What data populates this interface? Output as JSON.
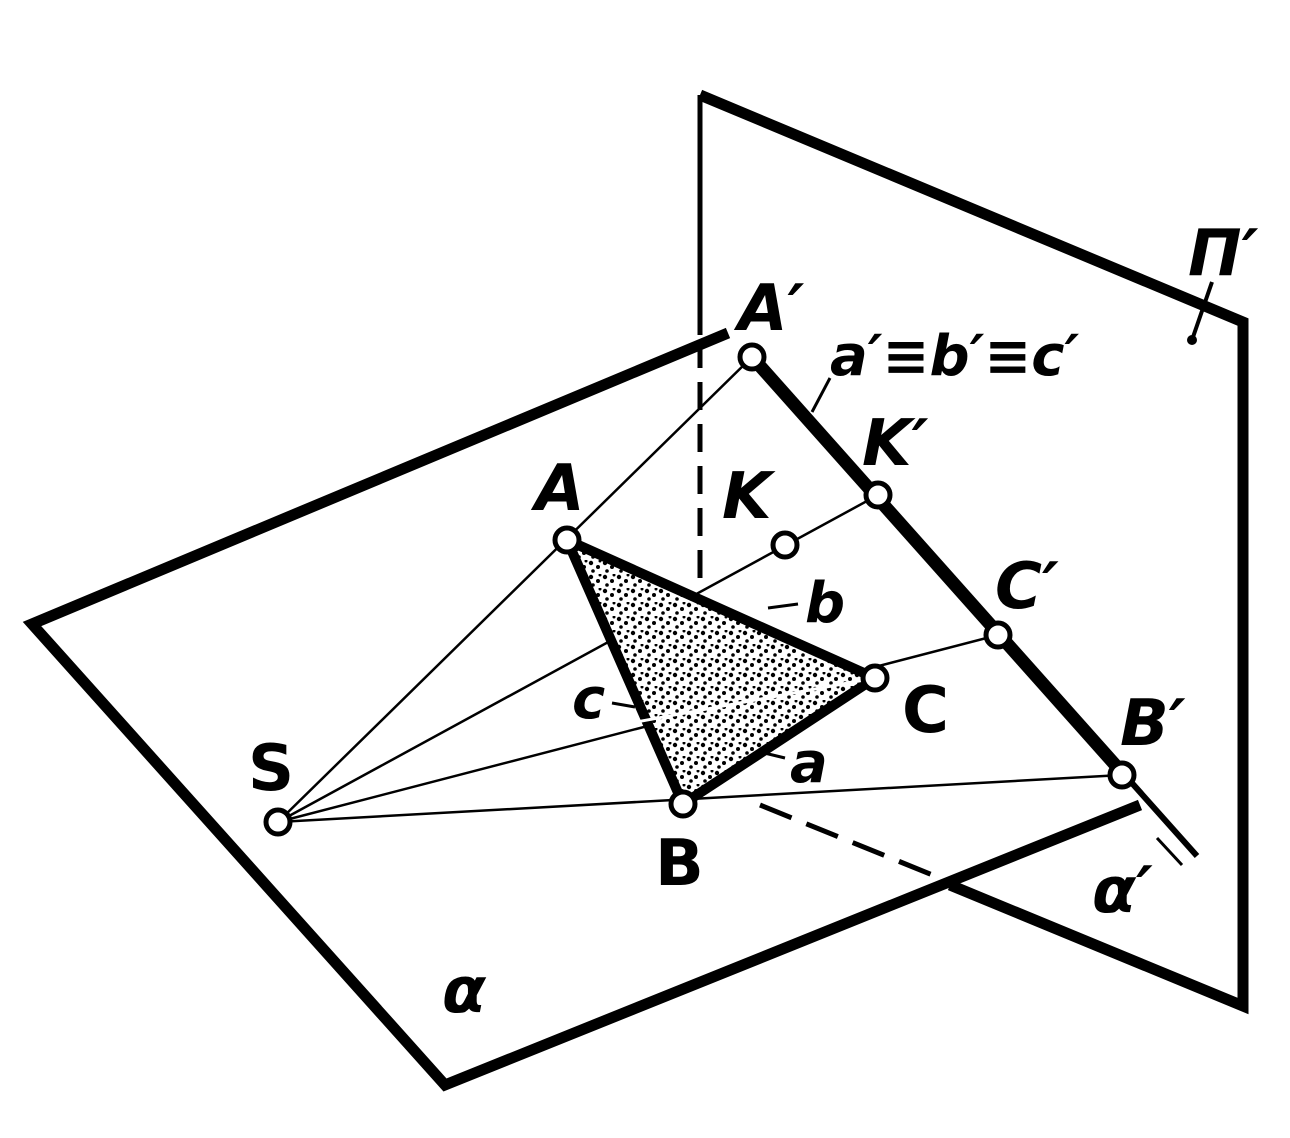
{
  "colors": {
    "ink": "#000000",
    "paper": "#ffffff"
  },
  "labels": {
    "plane_alpha": "α",
    "plane_pi": "Π′",
    "trace_alpha": "α′",
    "point_s": "S",
    "point_a": "A",
    "point_b": "B",
    "point_c": "C",
    "point_k": "K",
    "proj_a": "A′",
    "proj_b": "B′",
    "proj_c": "C′",
    "proj_k": "K′",
    "side_a": "a",
    "side_b": "b",
    "side_c": "c",
    "coincident_projection": "a′≡b′≡c′"
  }
}
